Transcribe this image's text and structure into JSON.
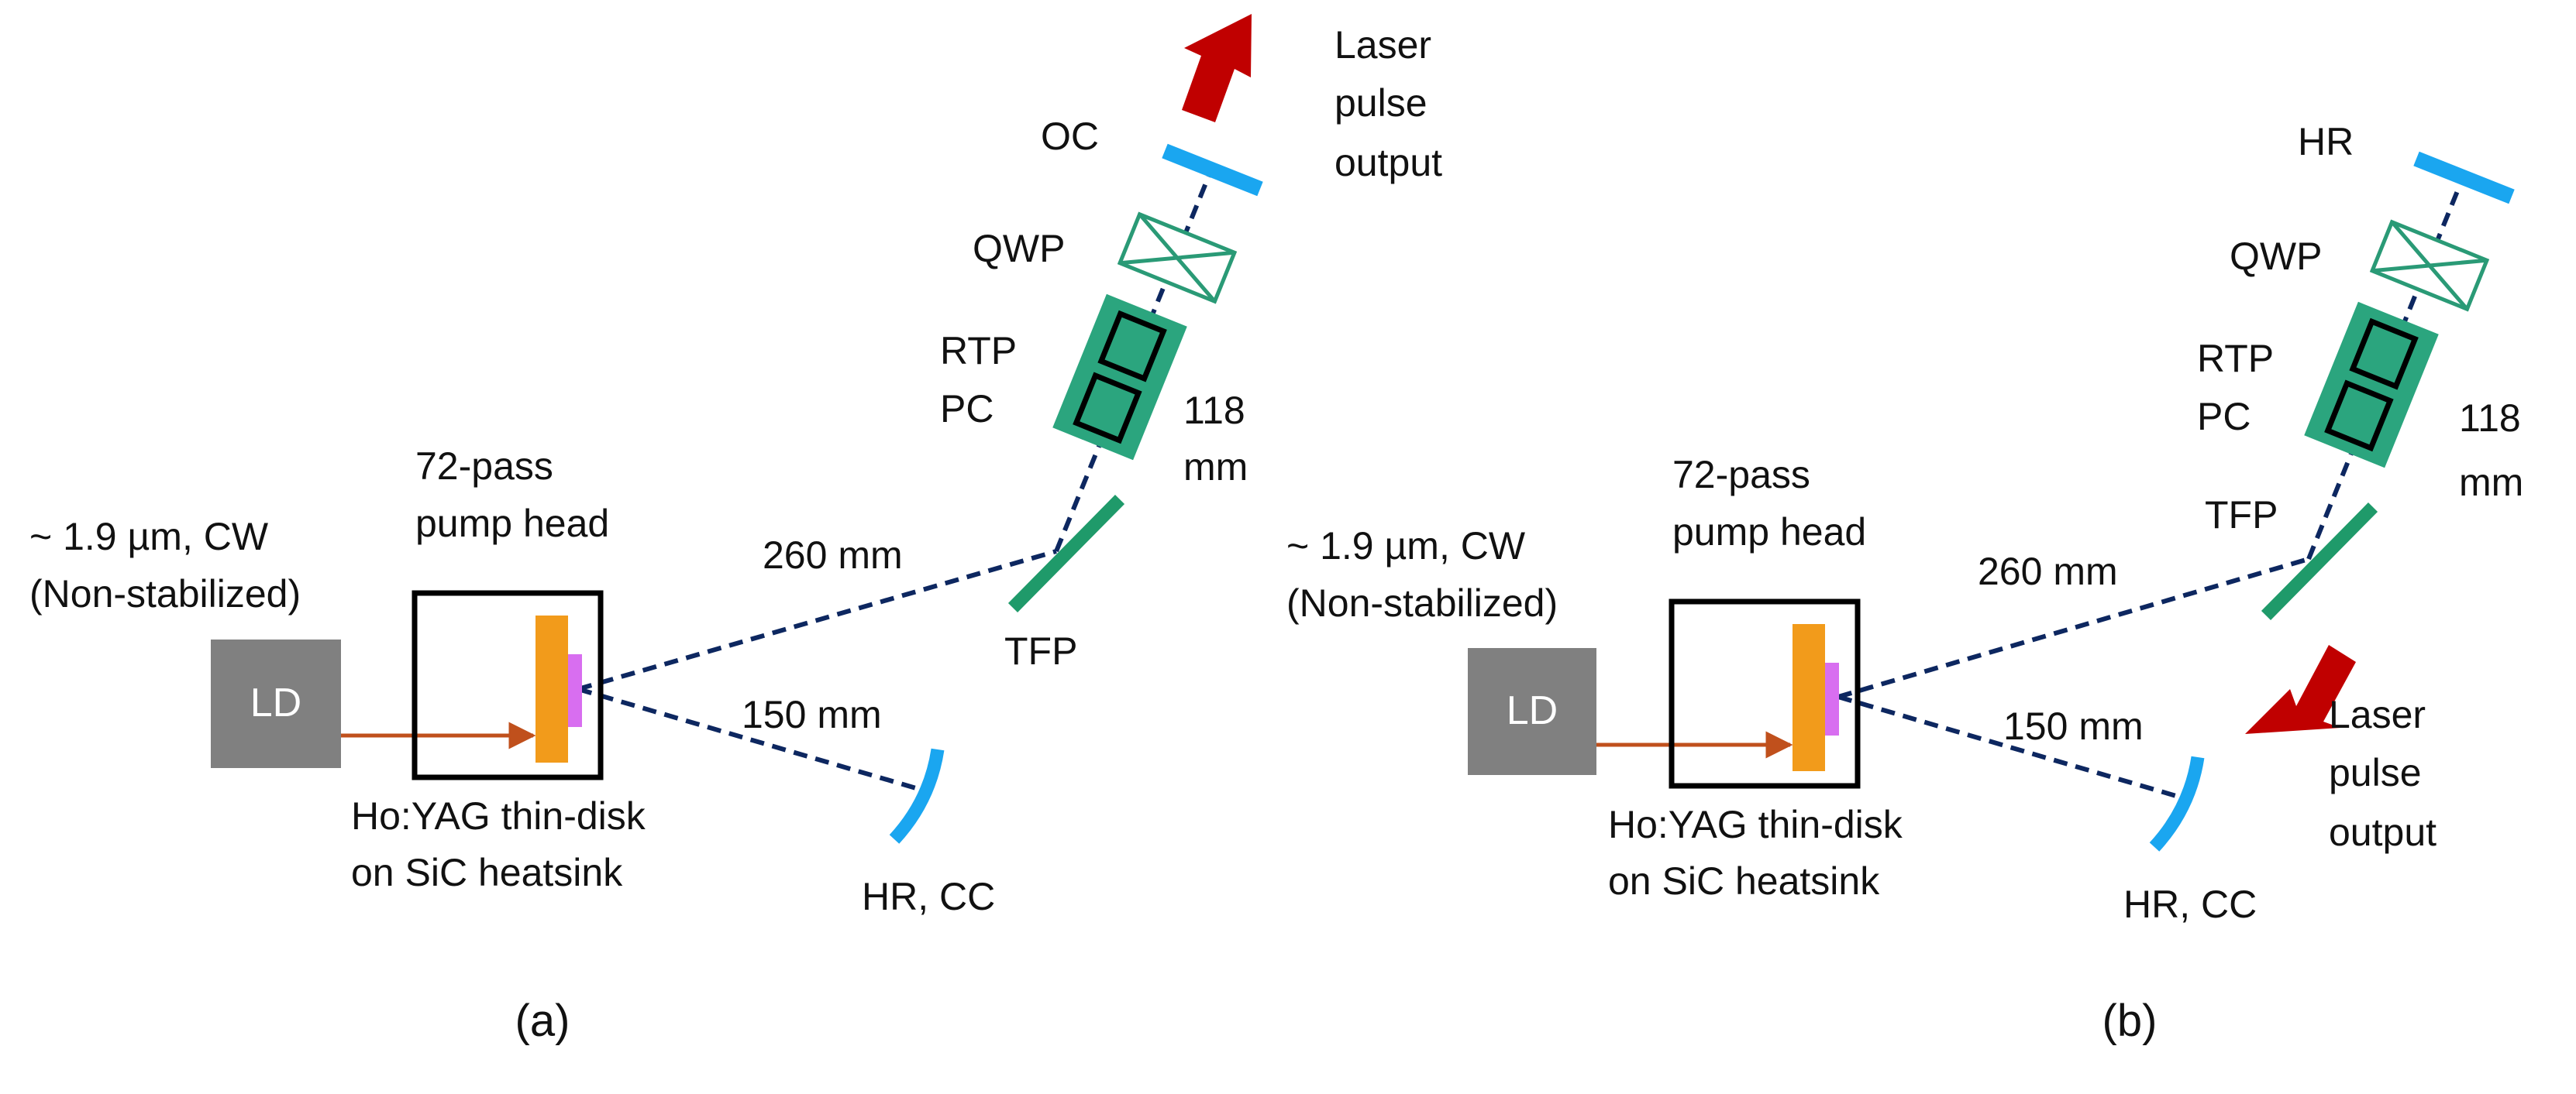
{
  "colors": {
    "beam": "#0d2760",
    "pump_beam": "#c0501c",
    "laser_output": "#c00000",
    "mirror": "#1aa6f0",
    "tfp": "#1f9a6a",
    "pockels_cell": "#2ba57e",
    "qwp": "#2a9a76",
    "disk": "#f29b1b",
    "heatsink": "#d86ef0",
    "ld_box": "#808080",
    "ld_text": "#ffffff"
  },
  "panels": [
    {
      "caption": "(a)",
      "source_label_line1": "~ 1.9 µm, CW",
      "source_label_line2": "(Non-stabilized)",
      "ld_label": "LD",
      "pump_head_line1": "72-pass",
      "pump_head_line2": "pump head",
      "disk_line1": "Ho:YAG thin-disk",
      "disk_line2": "on SiC heatsink",
      "dist_tfp": "260 mm",
      "dist_cc": "150 mm",
      "tfp_label": "TFP",
      "cc_label": "HR, CC",
      "pc_line1": "RTP",
      "pc_line2": "PC",
      "dist_pc_line1": "118",
      "dist_pc_line2": "mm",
      "qwp_label": "QWP",
      "end_mirror_label": "OC",
      "output_line1": "Laser",
      "output_line2": "pulse",
      "output_line3": "output"
    },
    {
      "caption": "(b)",
      "source_label_line1": "~ 1.9 µm, CW",
      "source_label_line2": "(Non-stabilized)",
      "ld_label": "LD",
      "pump_head_line1": "72-pass",
      "pump_head_line2": "pump head",
      "disk_line1": "Ho:YAG thin-disk",
      "disk_line2": "on SiC heatsink",
      "dist_tfp": "260 mm",
      "dist_cc": "150 mm",
      "tfp_label": "TFP",
      "cc_label": "HR, CC",
      "pc_line1": "RTP",
      "pc_line2": "PC",
      "dist_pc_line1": "118",
      "dist_pc_line2": "mm",
      "qwp_label": "QWP",
      "end_mirror_label": "HR",
      "output_line1": "Laser",
      "output_line2": "pulse",
      "output_line3": "output"
    }
  ]
}
